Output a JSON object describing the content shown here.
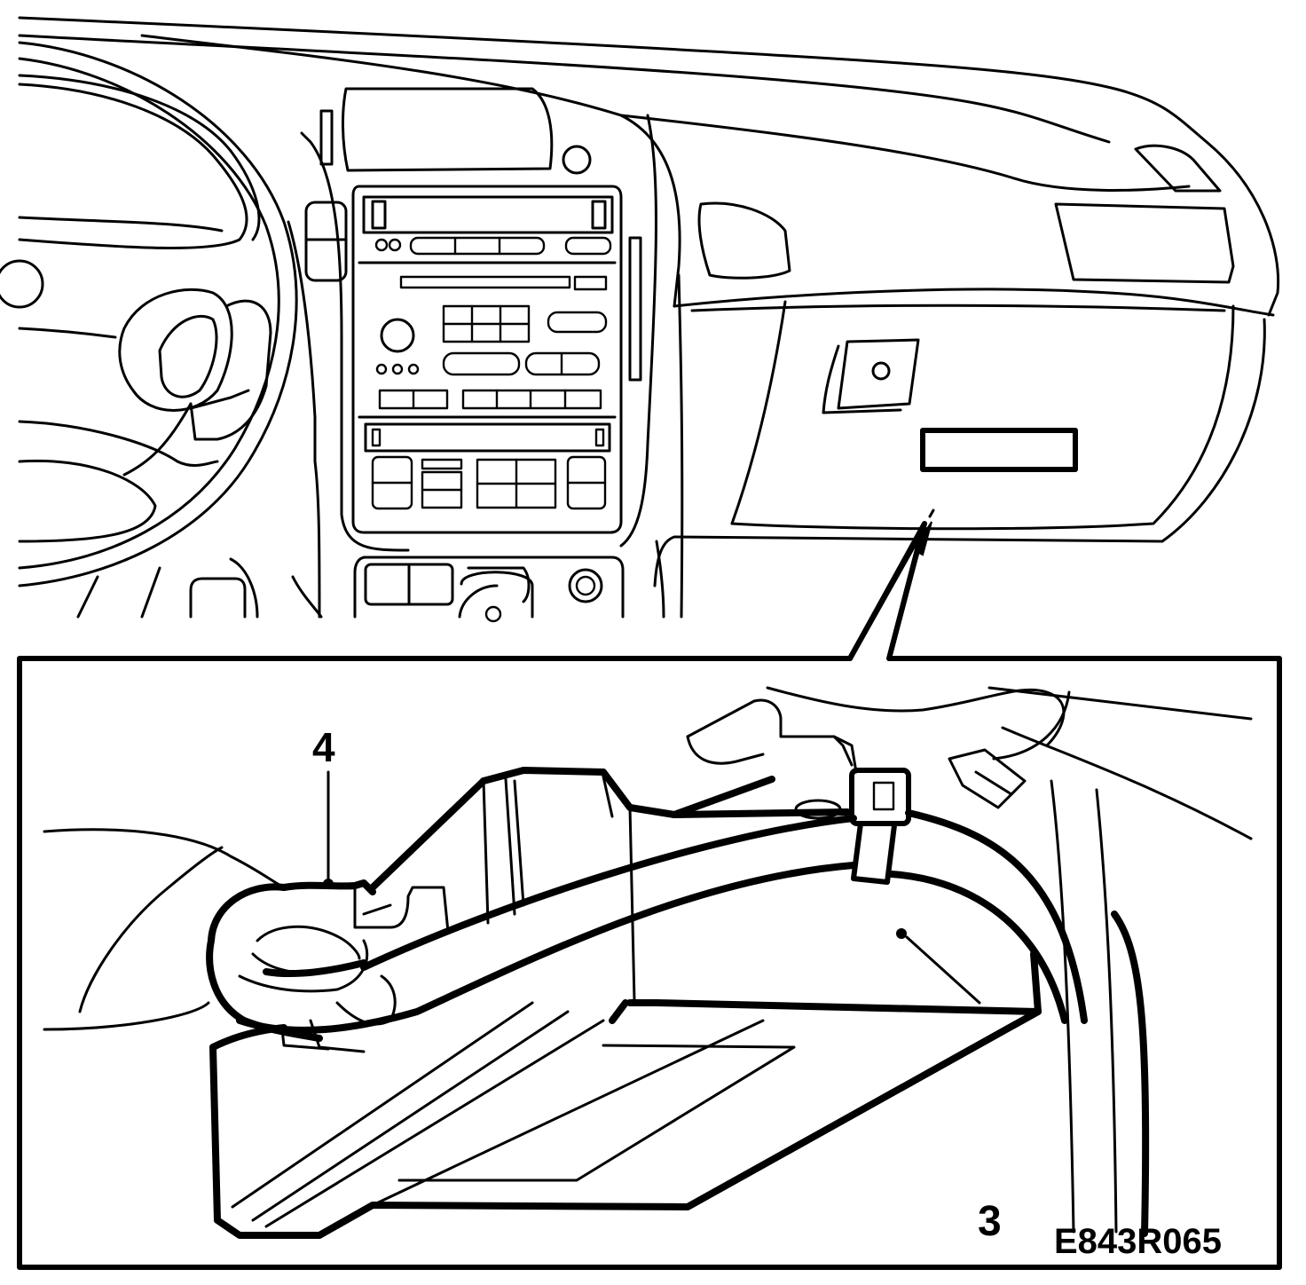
{
  "figure": {
    "drawing_code": "E843R065",
    "callouts": [
      {
        "id": "callout-4",
        "label": "4"
      },
      {
        "id": "callout-3",
        "label": "3"
      }
    ]
  }
}
